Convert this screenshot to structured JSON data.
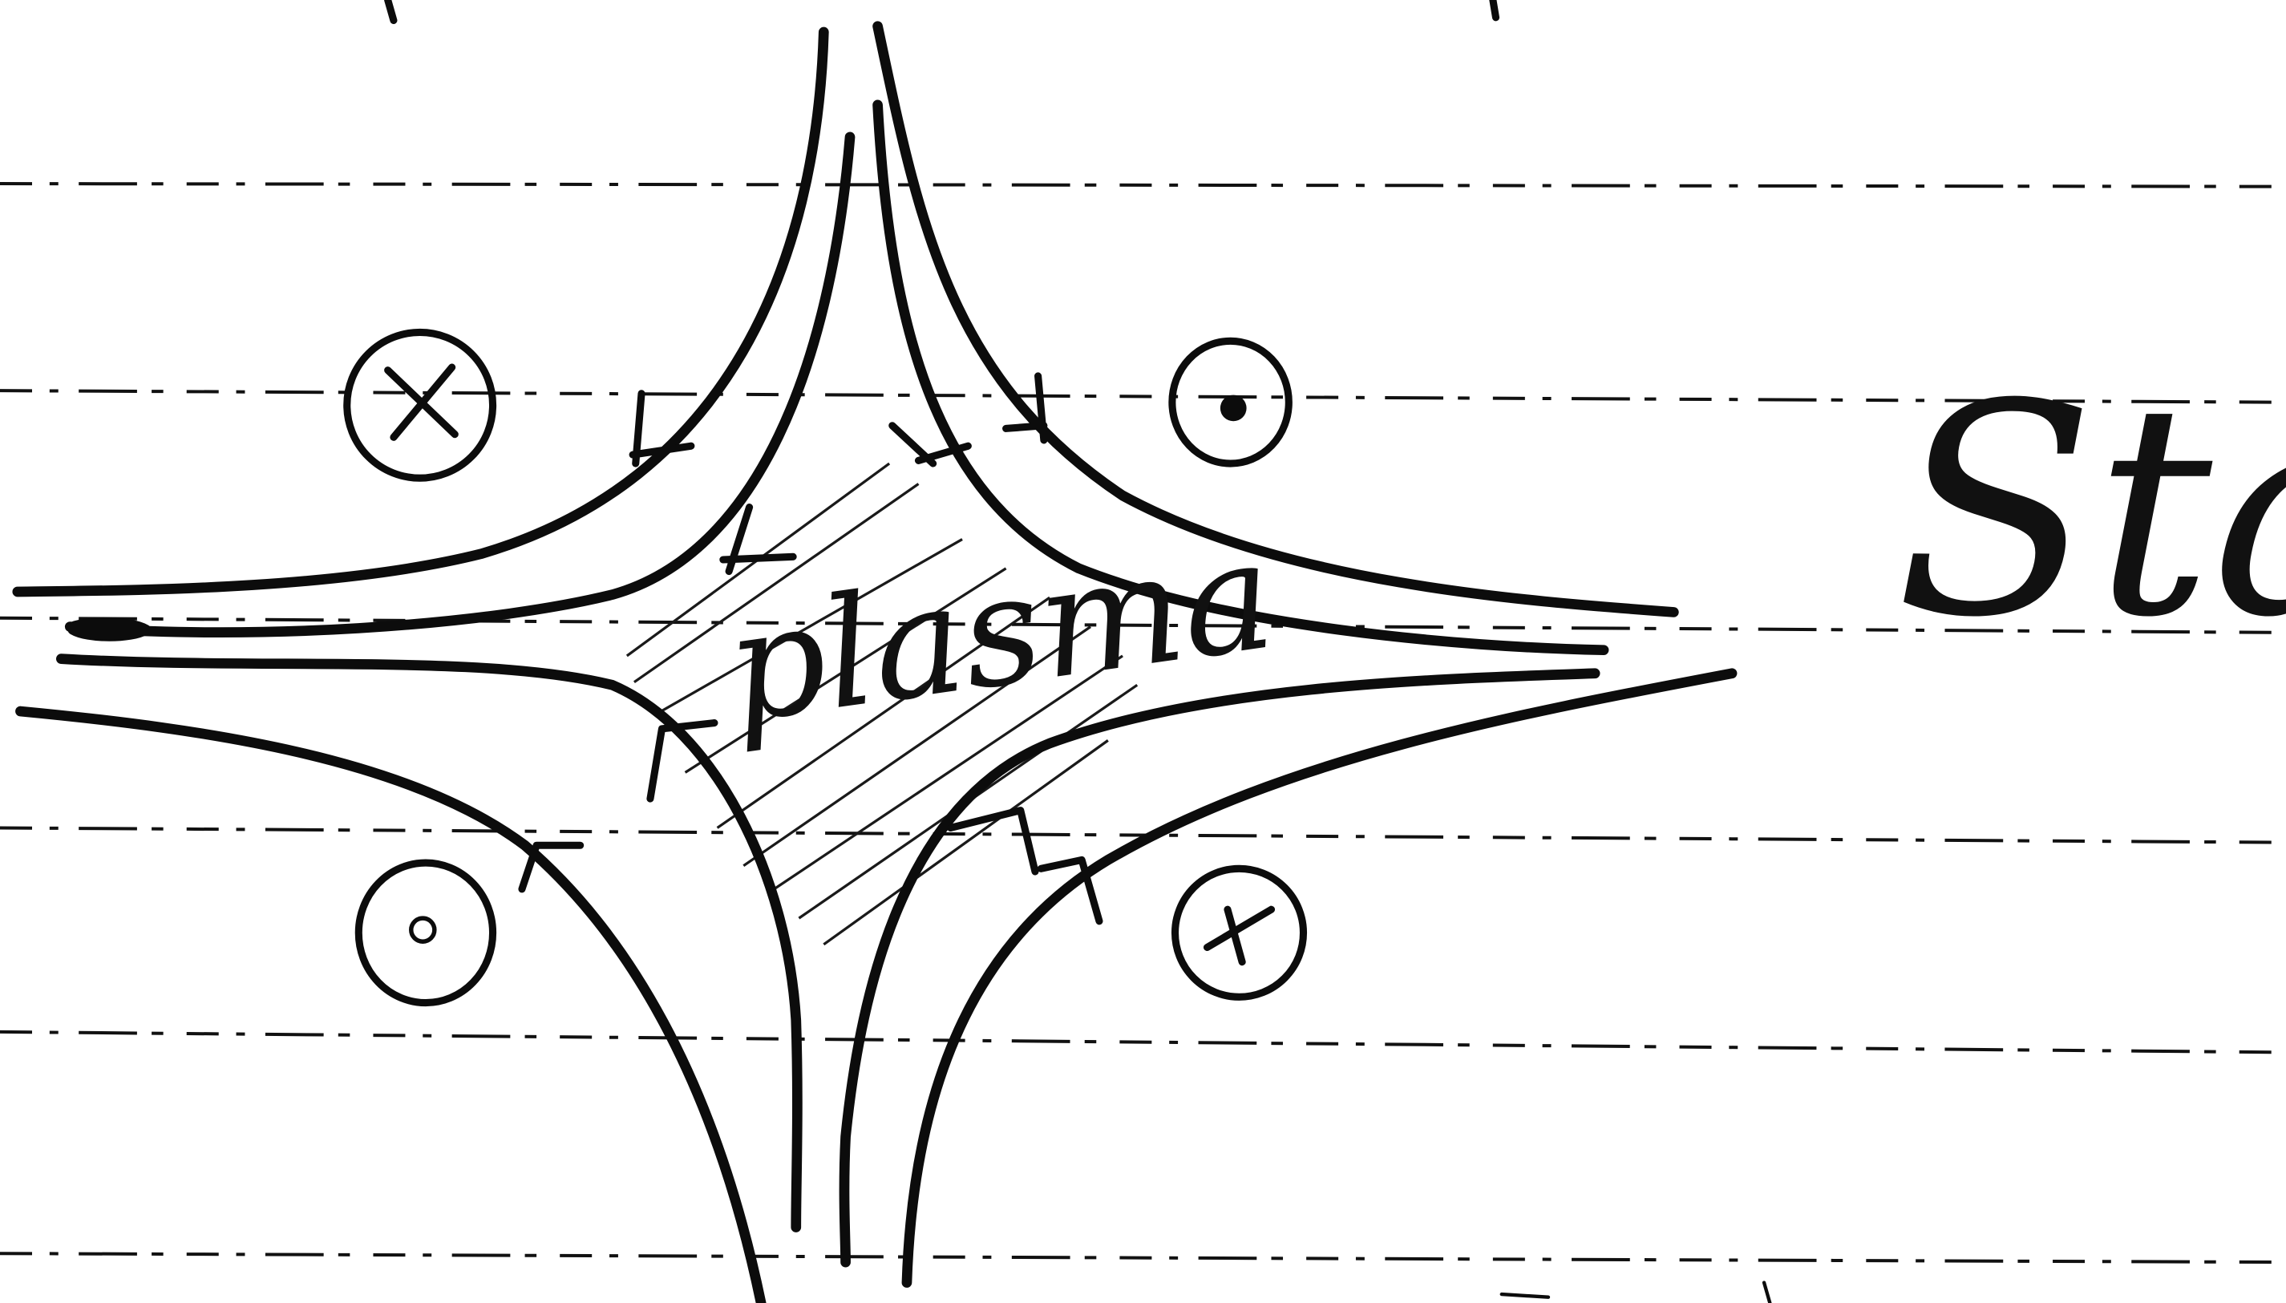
{
  "diagram": {
    "region_label": "plasma",
    "stability_label": "Stable",
    "current_markers": [
      {
        "name": "upper-left",
        "symbol": "cross"
      },
      {
        "name": "upper-right",
        "symbol": "dot"
      },
      {
        "name": "lower-left",
        "symbol": "dot"
      },
      {
        "name": "lower-right",
        "symbol": "cross"
      }
    ]
  }
}
